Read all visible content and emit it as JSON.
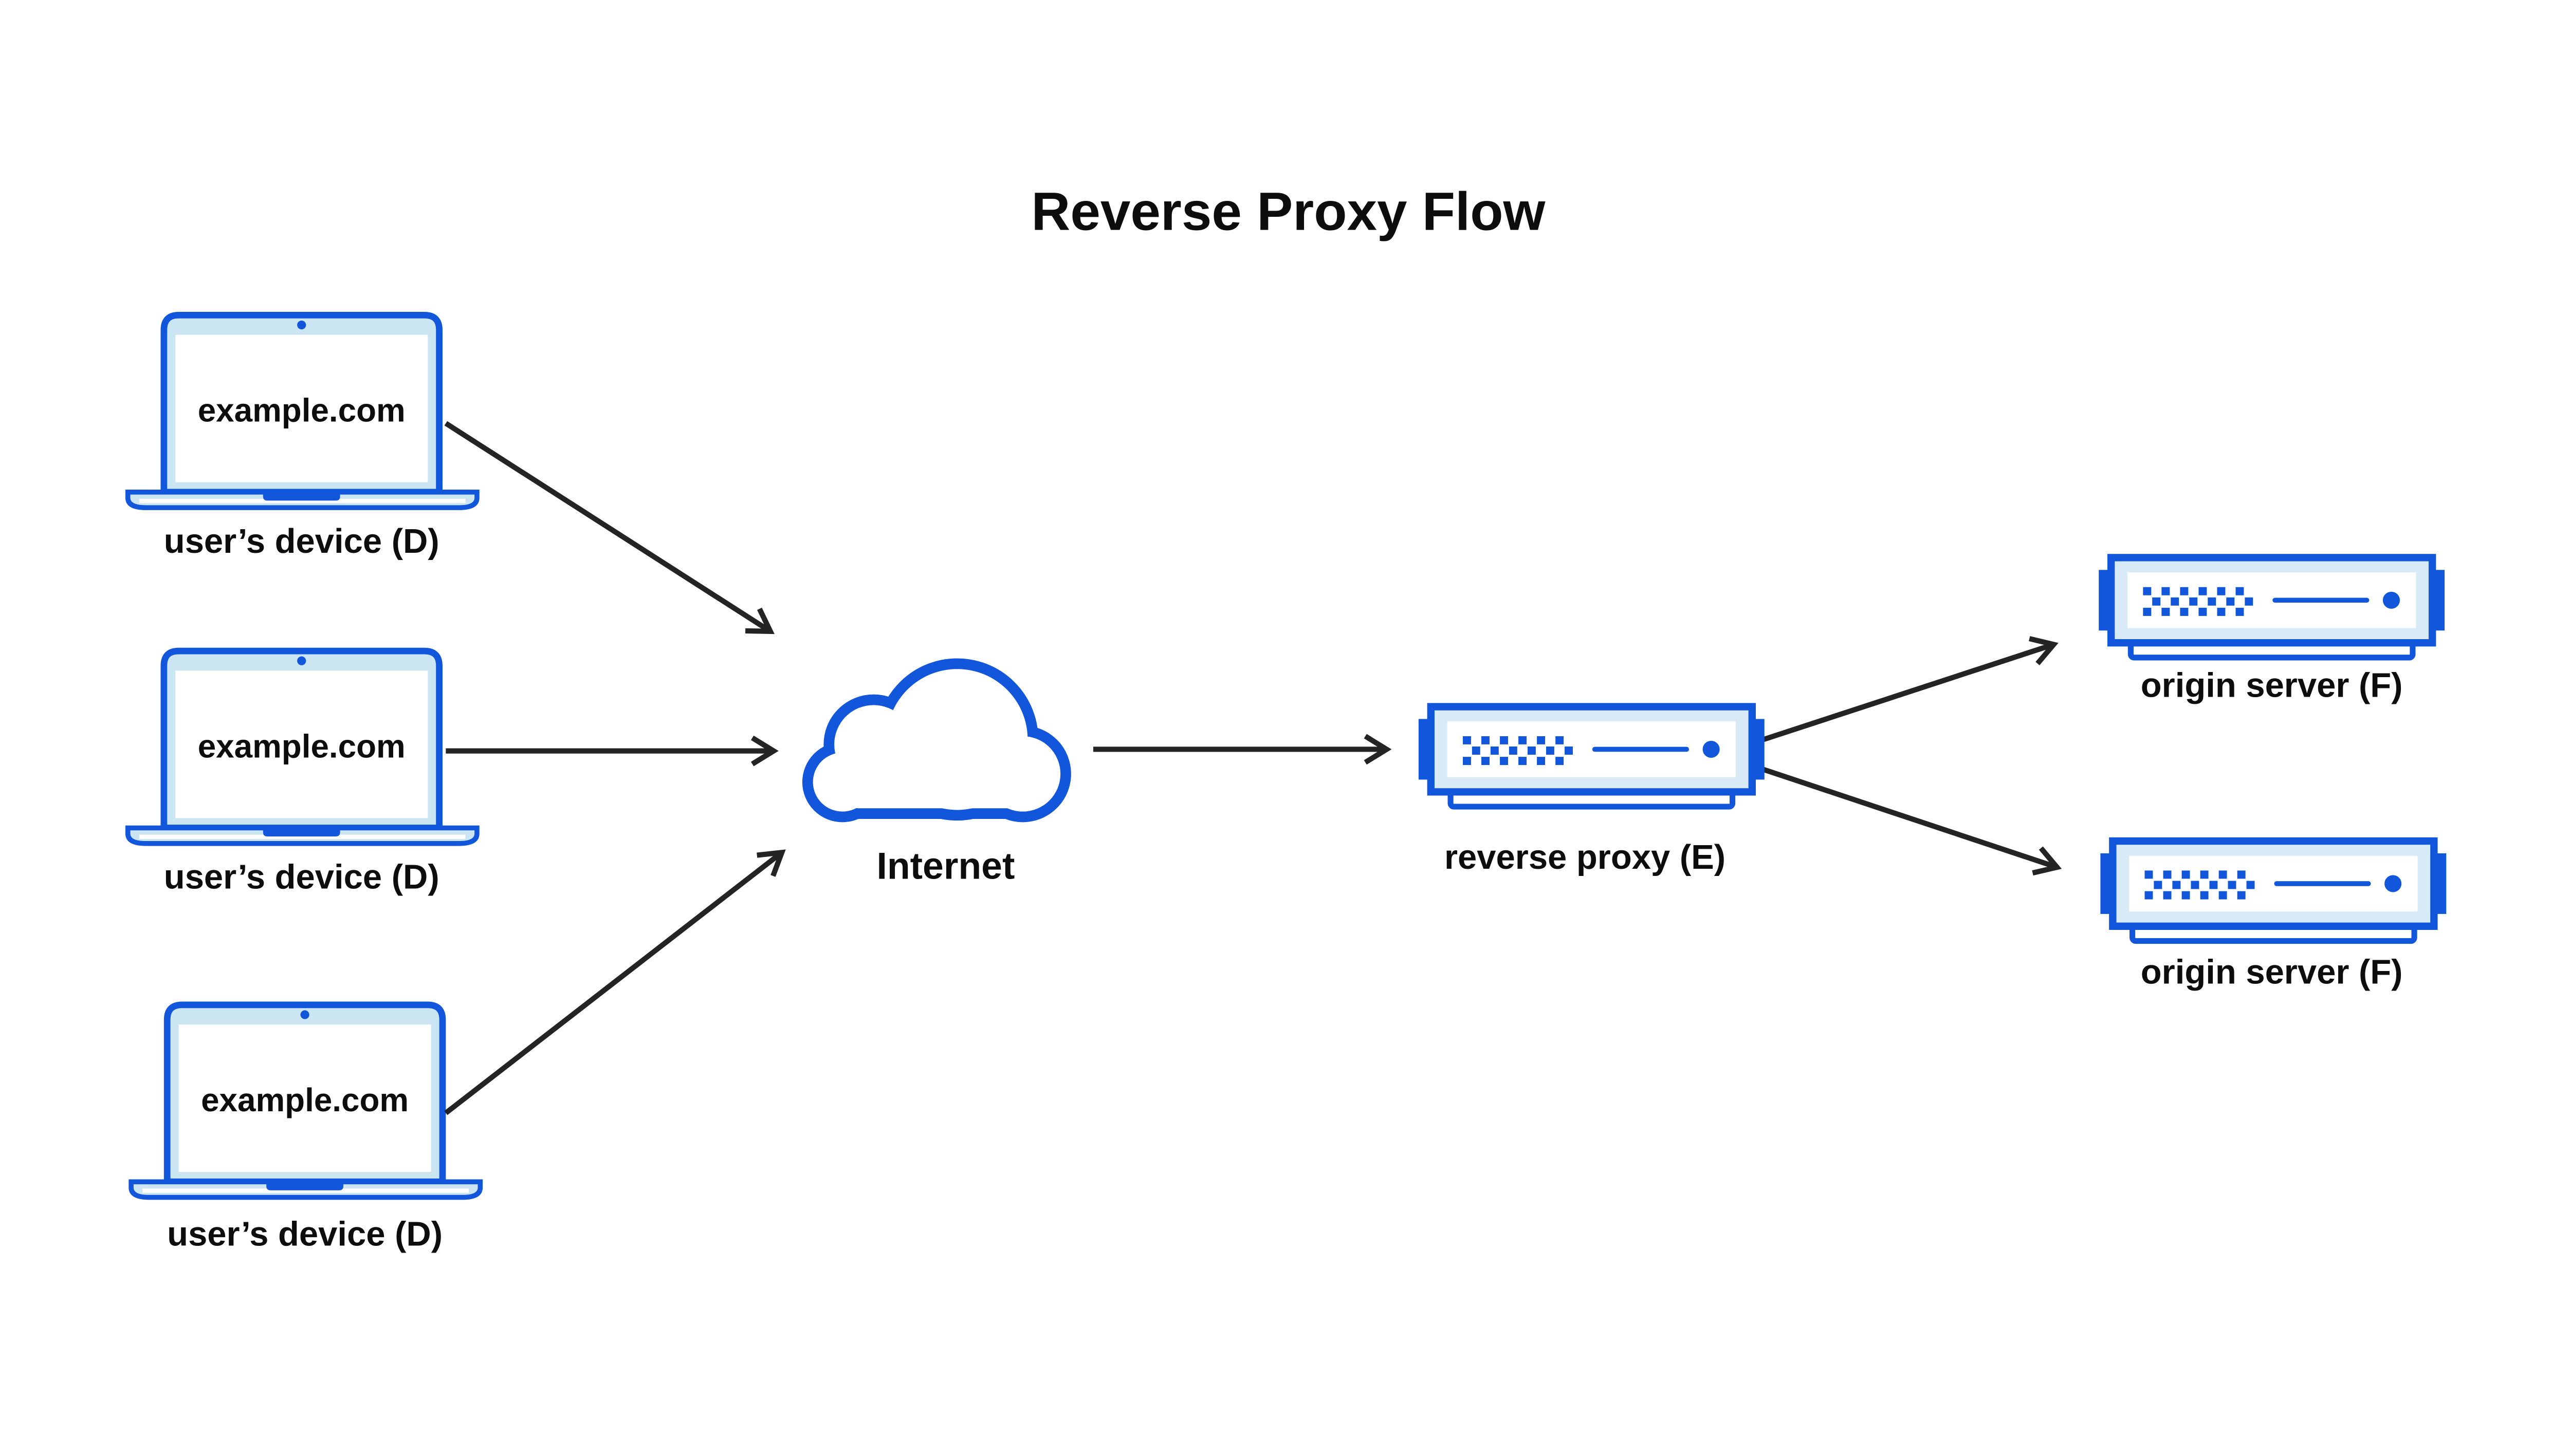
{
  "diagram": {
    "title": "Reverse Proxy Flow",
    "devices": [
      {
        "screen_text": "example.com",
        "label": "user’s device (D)",
        "icon": "laptop-icon"
      },
      {
        "screen_text": "example.com",
        "label": "user’s device (D)",
        "icon": "laptop-icon"
      },
      {
        "screen_text": "example.com",
        "label": "user’s device (D)",
        "icon": "laptop-icon"
      }
    ],
    "internet": {
      "label": "Internet",
      "icon": "cloud-icon"
    },
    "reverse_proxy": {
      "label": "reverse proxy (E)",
      "icon": "server-icon"
    },
    "origin_servers": [
      {
        "label": "origin server (F)",
        "icon": "server-icon"
      },
      {
        "label": "origin server (F)",
        "icon": "server-icon"
      }
    ],
    "connections": [
      {
        "from": "user-device-1",
        "to": "internet"
      },
      {
        "from": "user-device-2",
        "to": "internet"
      },
      {
        "from": "user-device-3",
        "to": "internet"
      },
      {
        "from": "internet",
        "to": "reverse-proxy"
      },
      {
        "from": "reverse-proxy",
        "to": "origin-server-1"
      },
      {
        "from": "reverse-proxy",
        "to": "origin-server-2"
      }
    ]
  },
  "colors": {
    "blue": "#1257DB",
    "laptop_fill": "#CBE5F2",
    "server_fill": "#D8EAF6",
    "arrow": "#242424",
    "text": "#0D0D0D",
    "white": "#FFFFFF",
    "bg": "#FFFFFF"
  }
}
